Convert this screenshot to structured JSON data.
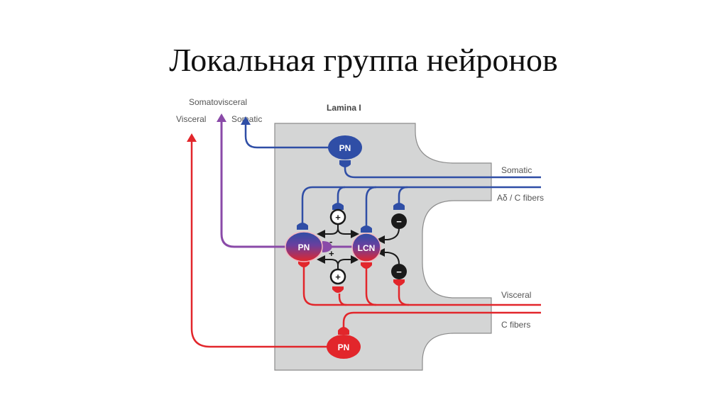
{
  "slide": {
    "title": "Локальная группа нейронов"
  },
  "diagram": {
    "region_label": "Lamina I",
    "output_labels": {
      "somatovisceral": "Somatovisceral",
      "visceral": "Visceral",
      "somatic": "Somatic"
    },
    "input_labels": {
      "somatic": "Somatic",
      "ad_c_fibers": "Aδ / C fibers",
      "visceral": "Visceral",
      "c_fibers": "C fibers"
    },
    "cells": {
      "pn_somatic": "PN",
      "pn_somatovisceral": "PN",
      "lcn": "LCN",
      "pn_visceral": "PN"
    },
    "interneurons": {
      "excitatory_top": "+",
      "excitatory_bottom": "+",
      "inhibitory_top": "−",
      "inhibitory_bottom": "−"
    },
    "synapse_signs": {
      "pn_to_lcn_upper": "-",
      "pn_to_lcn_lower": "+"
    },
    "colors": {
      "somatic": "#2f4ea6",
      "visceral": "#e2262b",
      "somatovisceral": "#8a4aa8",
      "region_fill": "#d4d5d5",
      "inhibitory": "#1a1a1a"
    }
  }
}
